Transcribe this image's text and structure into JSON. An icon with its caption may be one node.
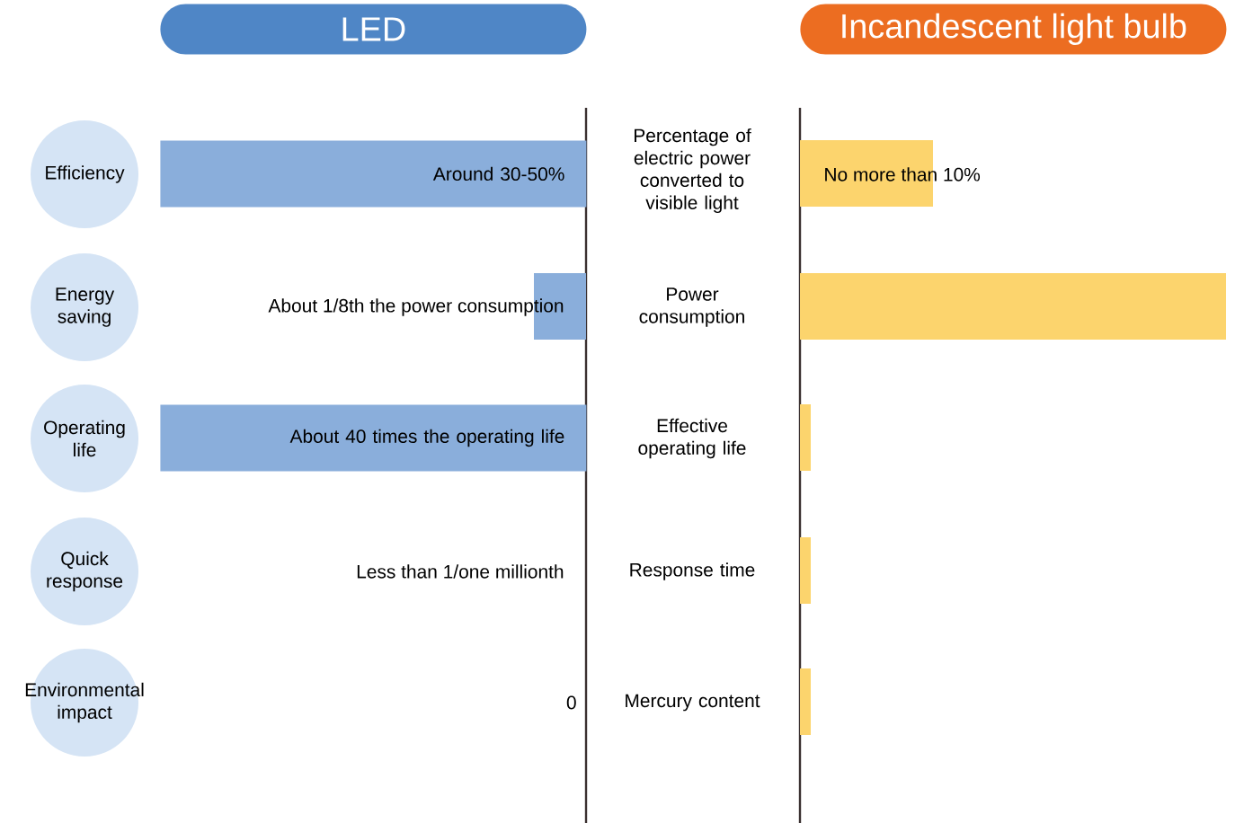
{
  "diagram": {
    "nodes": [
      {
        "text": [
          "LED"
        ]
      },
      {
        "text": [
          "Incandescent light bulb"
        ]
      },
      {
        "text": [
          "Efficiency"
        ]
      },
      {
        "text": [
          "Around 30-50%"
        ]
      },
      {
        "text": [],
        "shape": "bar"
      },
      {
        "text": [
          "Energy saving"
        ]
      },
      {
        "text": [],
        "shape": "bar"
      },
      {
        "text": [],
        "shape": "bar"
      },
      {
        "text": [
          "Operating life"
        ]
      },
      {
        "text": [
          "About 40 times the operating life"
        ]
      },
      {
        "text": [],
        "shape": "bar"
      },
      {
        "text": [
          "Quick response"
        ]
      },
      {
        "text": [],
        "shape": "bar"
      },
      {
        "text": [
          "Environmental impact"
        ]
      },
      {
        "text": [],
        "shape": "bar"
      }
    ],
    "labels": [
      "Percentage of electric power converted to visible light",
      "No more than 10%",
      "About 1/8th the power consumption",
      "Power consumption",
      "Effective operating life",
      "Less than 1/one millionth",
      "Response time",
      "0",
      "Mercury content"
    ]
  }
}
